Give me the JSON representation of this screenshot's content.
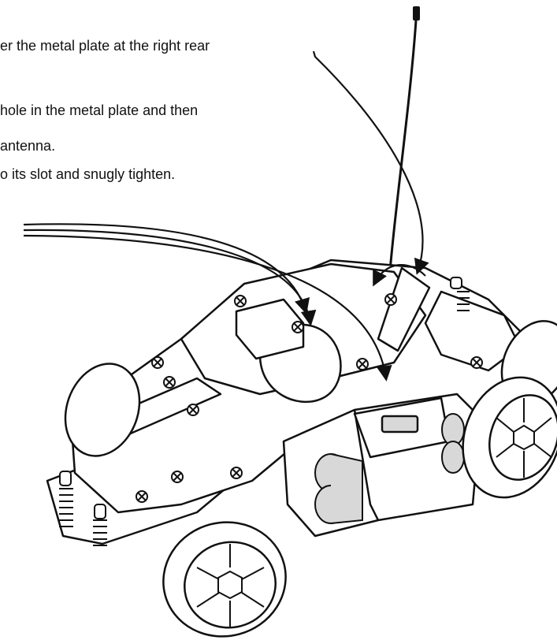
{
  "instructions": {
    "lines": [
      "er the metal plate at the right rear",
      "hole in the metal plate and then",
      "antenna.",
      "o its slot and snugly tighten."
    ]
  },
  "colors": {
    "ink": "#111111",
    "paper": "#ffffff",
    "shade": "#d8d8d8"
  },
  "icons": [
    "antenna-icon",
    "screw-icon",
    "battery-icon",
    "wheel-icon",
    "arrow-icon"
  ]
}
